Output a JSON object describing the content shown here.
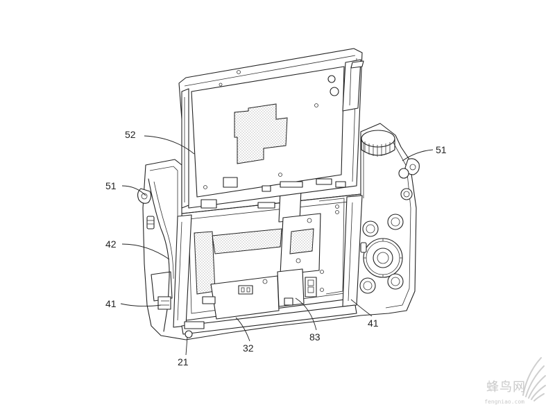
{
  "figure": {
    "callouts": {
      "c52": "52",
      "c51_left": "51",
      "c51_right": "51",
      "c42": "42",
      "c41_left": "41",
      "c41_right": "41",
      "c21": "21",
      "c32": "32",
      "c83": "83"
    },
    "line_color": "#222222"
  },
  "watermark": {
    "brand_cn": "蜂鸟网",
    "url": "fengniao.com",
    "color": "#c9c9c9"
  }
}
